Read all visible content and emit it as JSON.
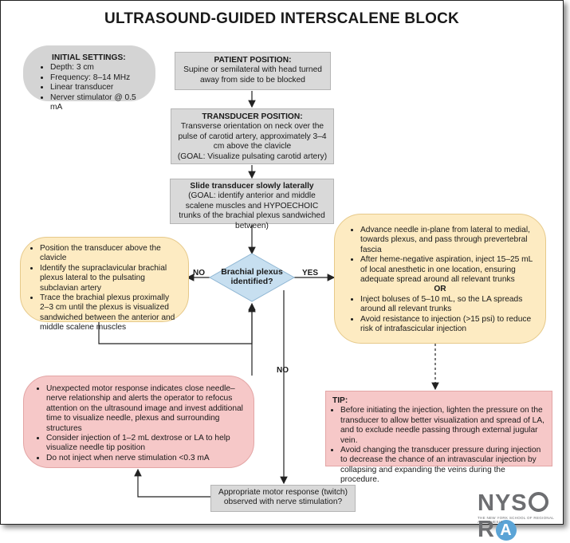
{
  "title": "ULTRASOUND-GUIDED INTERSCALENE BLOCK",
  "initial_settings": {
    "heading": "INITIAL SETTINGS:",
    "items": [
      "Depth: 3 cm",
      "Frequency: 8–14 MHz",
      "Linear transducer",
      "Nerver stimulator @ 0.5 mA"
    ]
  },
  "patient_position": {
    "heading": "PATIENT POSITION:",
    "text": "Supine or semilateral with head turned away from side to be blocked"
  },
  "transducer_position": {
    "heading": "TRANSDUCER POSITION:",
    "text": "Transverse orientation on neck over the pulse of carotid artery, approximately 3–4 cm above the clavicle",
    "goal": "(GOAL: Visualize pulsating carotid artery)"
  },
  "slide": {
    "heading": "Slide transducer slowly laterally",
    "text": "(GOAL: identify anterior and middle scalene muscles and HYPOECHOIC trunks of the brachial plexus sandwiched between)"
  },
  "decision": {
    "text": "Brachial plexus identified?",
    "no": "NO",
    "yes": "YES",
    "no_down": "NO"
  },
  "left_box": {
    "items": [
      "Position the transducer above the clavicle",
      "Identify the supraclavicular brachial plexus lateral to the pulsating subclavian artery",
      "Trace the brachial plexus proximally 2–3 cm until the plexus is visualized sandwiched between the anterior and middle scalene muscles"
    ]
  },
  "right_box": {
    "items_a": [
      "Advance needle in-plane from lateral to medial, towards plexus, and pass through prevertebral fascia",
      "After heme-negative aspiration, inject 15–25 mL of local anesthetic in one location, ensuring adequate spread around all relevant trunks"
    ],
    "or": "OR",
    "items_b": [
      "Inject boluses of 5–10 mL, so the LA spreads around all relevant trunks",
      "Avoid resistance to injection (>15 psi) to reduce risk of intrafascicular injection"
    ]
  },
  "motor_box": {
    "items": [
      "Unexpected motor response indicates close needle–nerve relationship and alerts the operator to refocus attention on the ultrasound image and invest additional time to visualize needle, plexus and surrounding structures",
      "Consider injection of 1–2 mL dextrose or LA to help visualize needle tip position",
      "Do not inject when nerve stimulation <0.3 mA"
    ]
  },
  "tip": {
    "heading": "TIP:",
    "items": [
      "Before initiating the injection, lighten the pressure on the transducer to allow better visualization and spread of LA, and to exclude needle passing through external jugular vein.",
      "Avoid changing the transducer pressure during injection to decrease the chance of an intravascular injection by collapsing and expanding the veins during the procedure."
    ]
  },
  "motor_question": "Appropriate motor response (twitch) observed with nerve stimulation?",
  "logo": {
    "text_a": "NYS",
    "text_b": "R",
    "o_letter": "A",
    "sub": "THE NEW YORK SCHOOL OF REGIONAL ANESTHESIA"
  },
  "colors": {
    "gray": "#d9d9d9",
    "cream": "#fdebc2",
    "pink": "#f6c8c8",
    "diamond": "#c7dff0",
    "logo_blue": "#5ba4d6"
  }
}
